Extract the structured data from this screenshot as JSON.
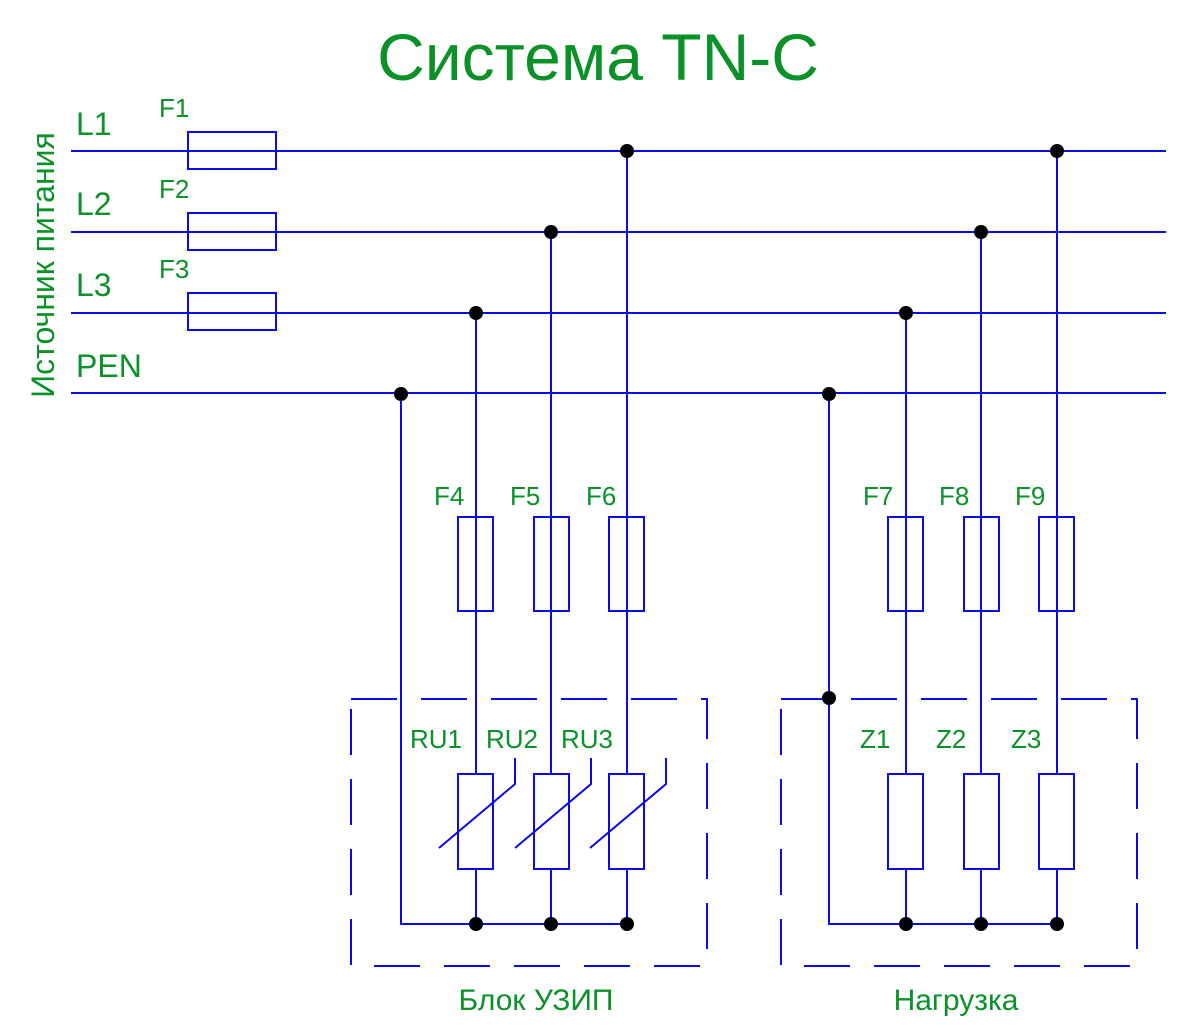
{
  "title": "Система TN-C",
  "source_label": "Источник питания",
  "colors": {
    "text": "#0a9128",
    "wire": "#0a0aea",
    "junction": "#000000"
  },
  "buses": [
    {
      "id": "L1",
      "label": "L1",
      "fuse": "F1"
    },
    {
      "id": "L2",
      "label": "L2",
      "fuse": "F2"
    },
    {
      "id": "L3",
      "label": "L3",
      "fuse": "F3"
    },
    {
      "id": "PEN",
      "label": "PEN",
      "fuse": null
    }
  ],
  "spd_block": {
    "label": "Блок УЗИП",
    "branches": [
      {
        "phase": "L3",
        "fuse": "F4",
        "element": "RU1",
        "type": "varistor"
      },
      {
        "phase": "L2",
        "fuse": "F5",
        "element": "RU2",
        "type": "varistor"
      },
      {
        "phase": "L1",
        "fuse": "F6",
        "element": "RU3",
        "type": "varistor"
      }
    ],
    "return": "PEN"
  },
  "load_block": {
    "label": "Нагрузка",
    "branches": [
      {
        "phase": "L3",
        "fuse": "F7",
        "element": "Z1",
        "type": "resistor"
      },
      {
        "phase": "L2",
        "fuse": "F8",
        "element": "Z2",
        "type": "resistor"
      },
      {
        "phase": "L1",
        "fuse": "F9",
        "element": "Z3",
        "type": "resistor"
      }
    ],
    "return": "PEN"
  }
}
